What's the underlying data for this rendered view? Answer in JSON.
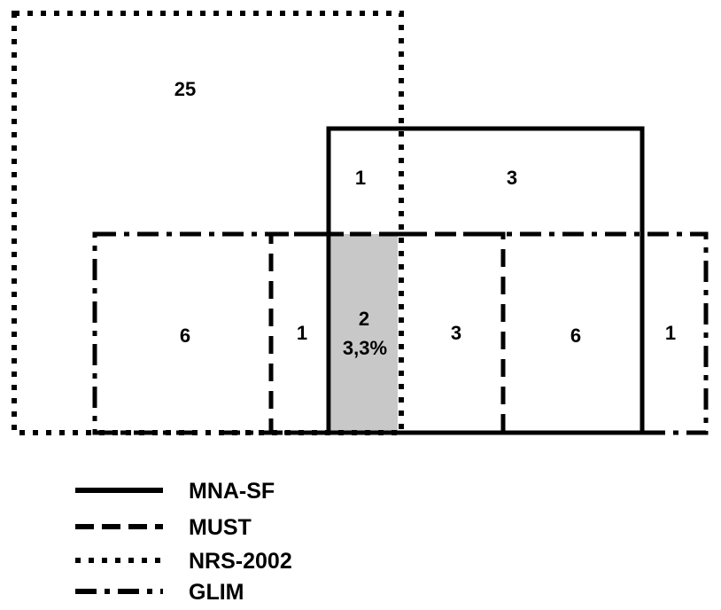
{
  "diagram": {
    "regions": {
      "nrs_only": "25",
      "mna_nrs": "1",
      "mna_only": "3",
      "glim_only": "6",
      "must_glim": "1",
      "all_four_count": "2",
      "all_four_percent": "3,3%",
      "glim_nrs_must": "3",
      "mna_glim_must": "6",
      "glim_mna": "1"
    },
    "legend": [
      {
        "label": "MNA-SF",
        "style": "solid"
      },
      {
        "label": "MUST",
        "style": "dashed"
      },
      {
        "label": "NRS-2002",
        "style": "dotted"
      },
      {
        "label": "GLIM",
        "style": "dash-dot"
      }
    ],
    "colors": {
      "line": "#000000",
      "highlight_fill": "#c8c8c8",
      "background": "#ffffff"
    }
  }
}
